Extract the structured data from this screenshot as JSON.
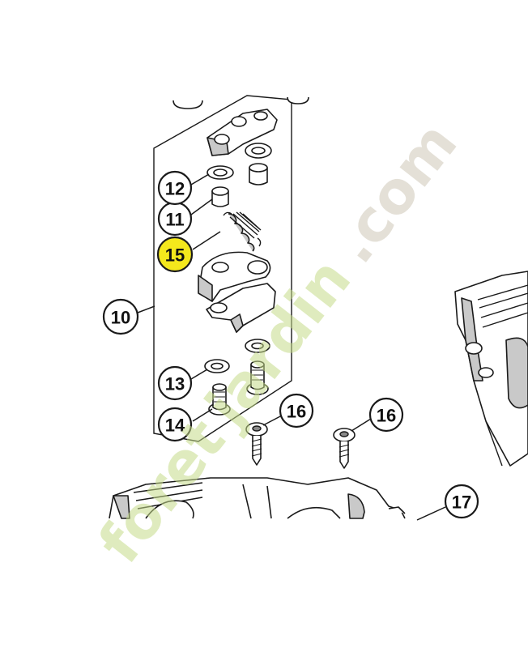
{
  "diagram": {
    "callouts": [
      {
        "id": "c10",
        "label": "10",
        "highlighted": false
      },
      {
        "id": "c11",
        "label": "11",
        "highlighted": false
      },
      {
        "id": "c12",
        "label": "12",
        "highlighted": false
      },
      {
        "id": "c13",
        "label": "13",
        "highlighted": false
      },
      {
        "id": "c14",
        "label": "14",
        "highlighted": false
      },
      {
        "id": "c15",
        "label": "15",
        "highlighted": true
      },
      {
        "id": "c16a",
        "label": "16",
        "highlighted": false
      },
      {
        "id": "c16b",
        "label": "16",
        "highlighted": false
      },
      {
        "id": "c17",
        "label": "17",
        "highlighted": false
      }
    ],
    "highlight_color": "#f4e81c"
  },
  "watermark": {
    "part1": "foret",
    "part2": "jardin",
    "part3": ".com",
    "colors": {
      "green": "#c6dc8a",
      "orange": "#f6c88a",
      "gray": "#cfc8b8"
    }
  }
}
